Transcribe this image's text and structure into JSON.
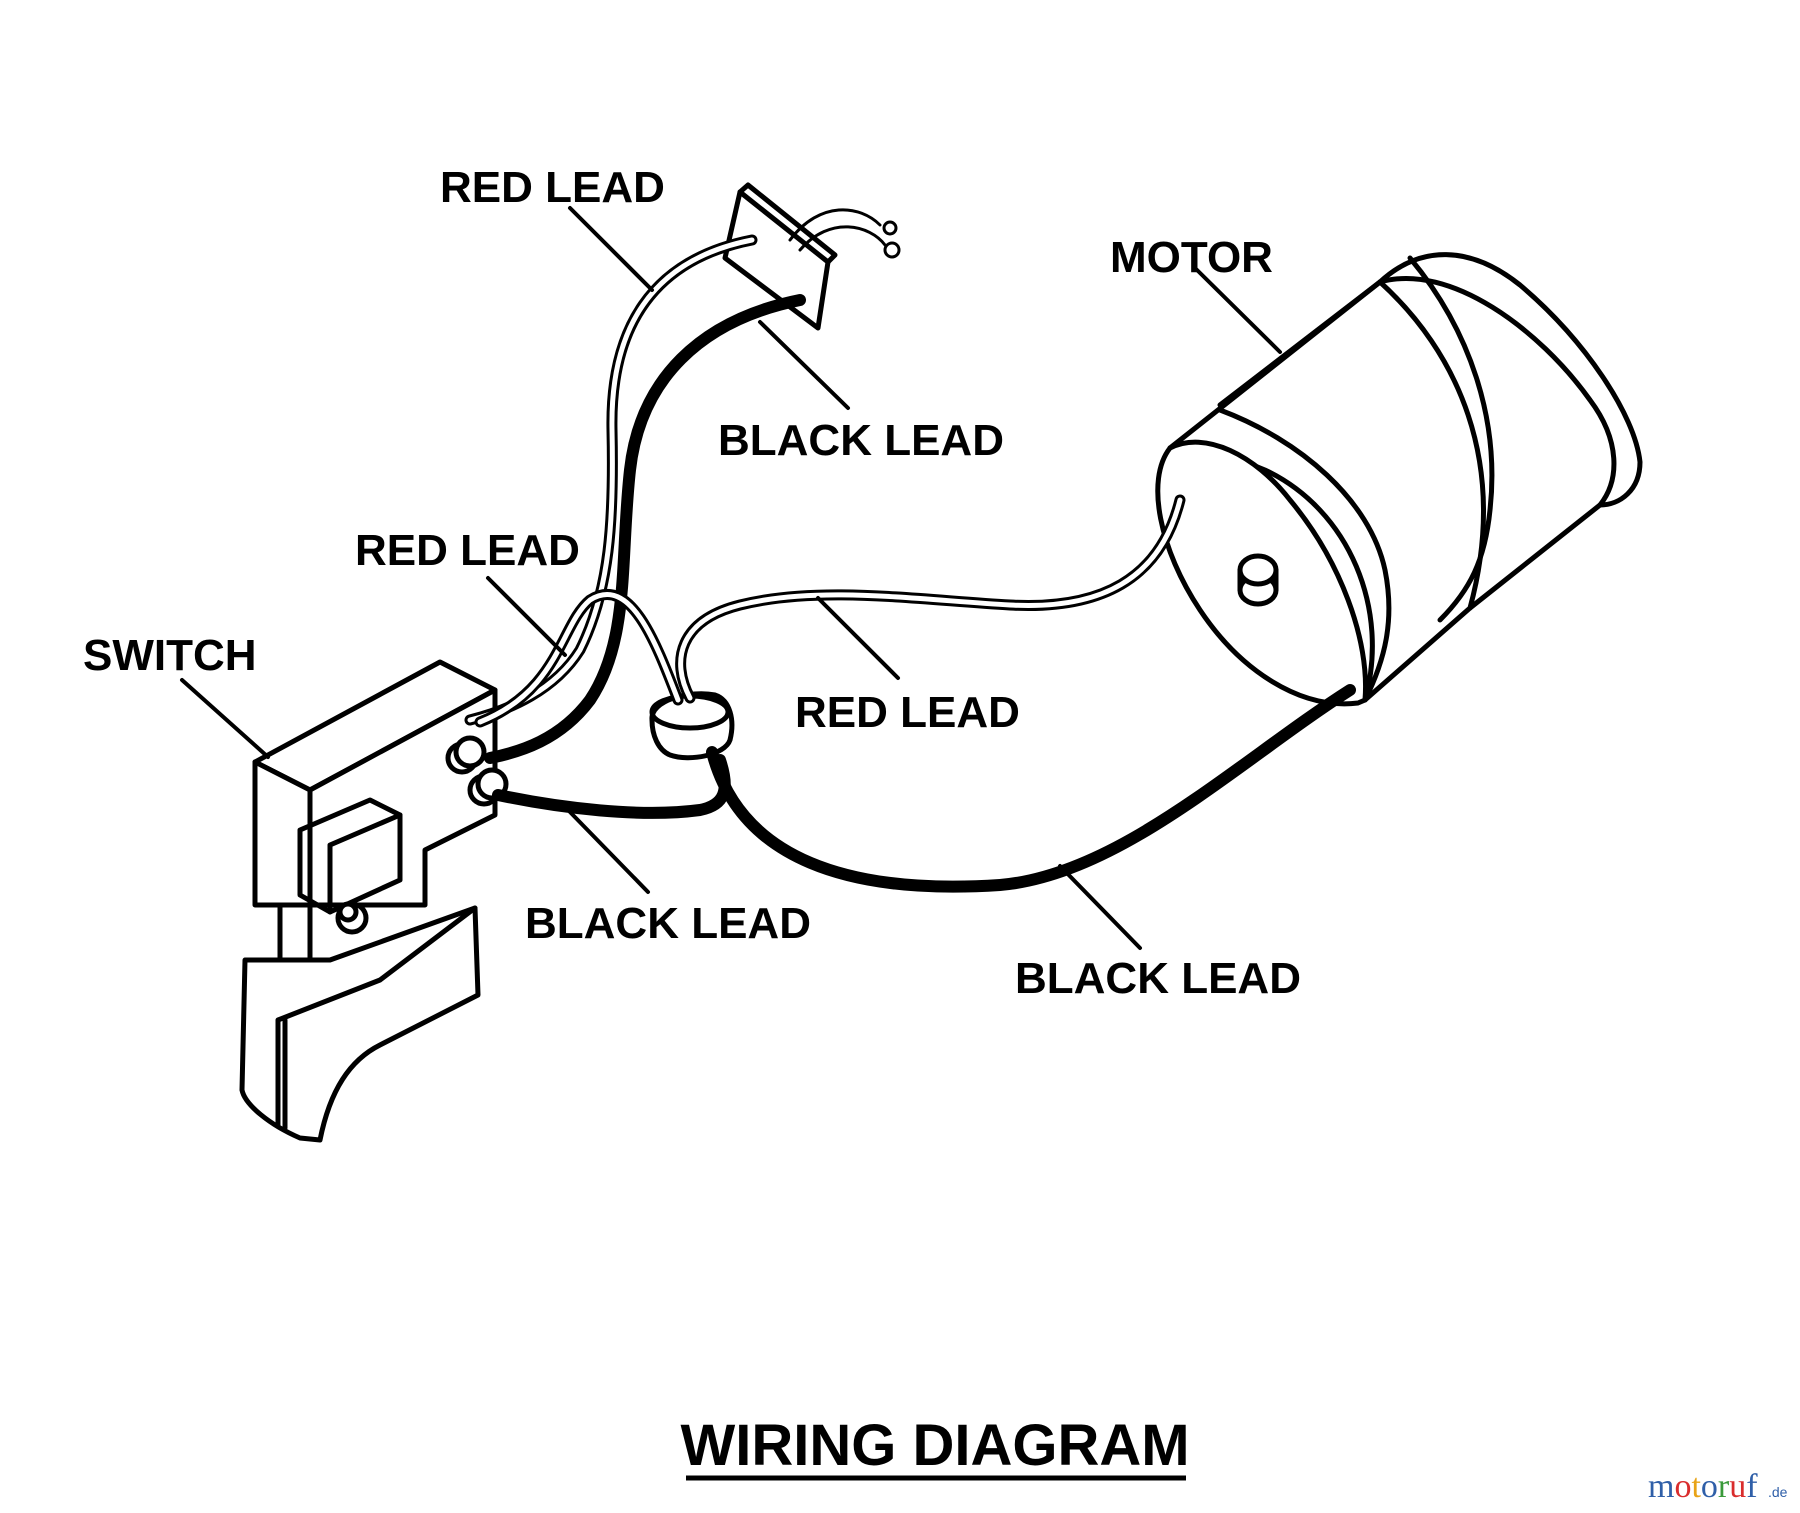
{
  "title": "WIRING DIAGRAM",
  "labels": {
    "red_lead_top": "RED LEAD",
    "black_lead_top": "BLACK LEAD",
    "motor": "MOTOR",
    "red_lead_mid": "RED LEAD",
    "switch": "SWITCH",
    "red_lead_right": "RED LEAD",
    "black_lead_bottom_left": "BLACK LEAD",
    "black_lead_bottom_right": "BLACK LEAD"
  },
  "watermark": {
    "text": "motoruf",
    "suffix": ".de",
    "colors": [
      "#2f5fa8",
      "#d92d2d",
      "#e8a317",
      "#2f5fa8",
      "#3a9a3a",
      "#d92d2d",
      "#2f5fa8"
    ]
  }
}
